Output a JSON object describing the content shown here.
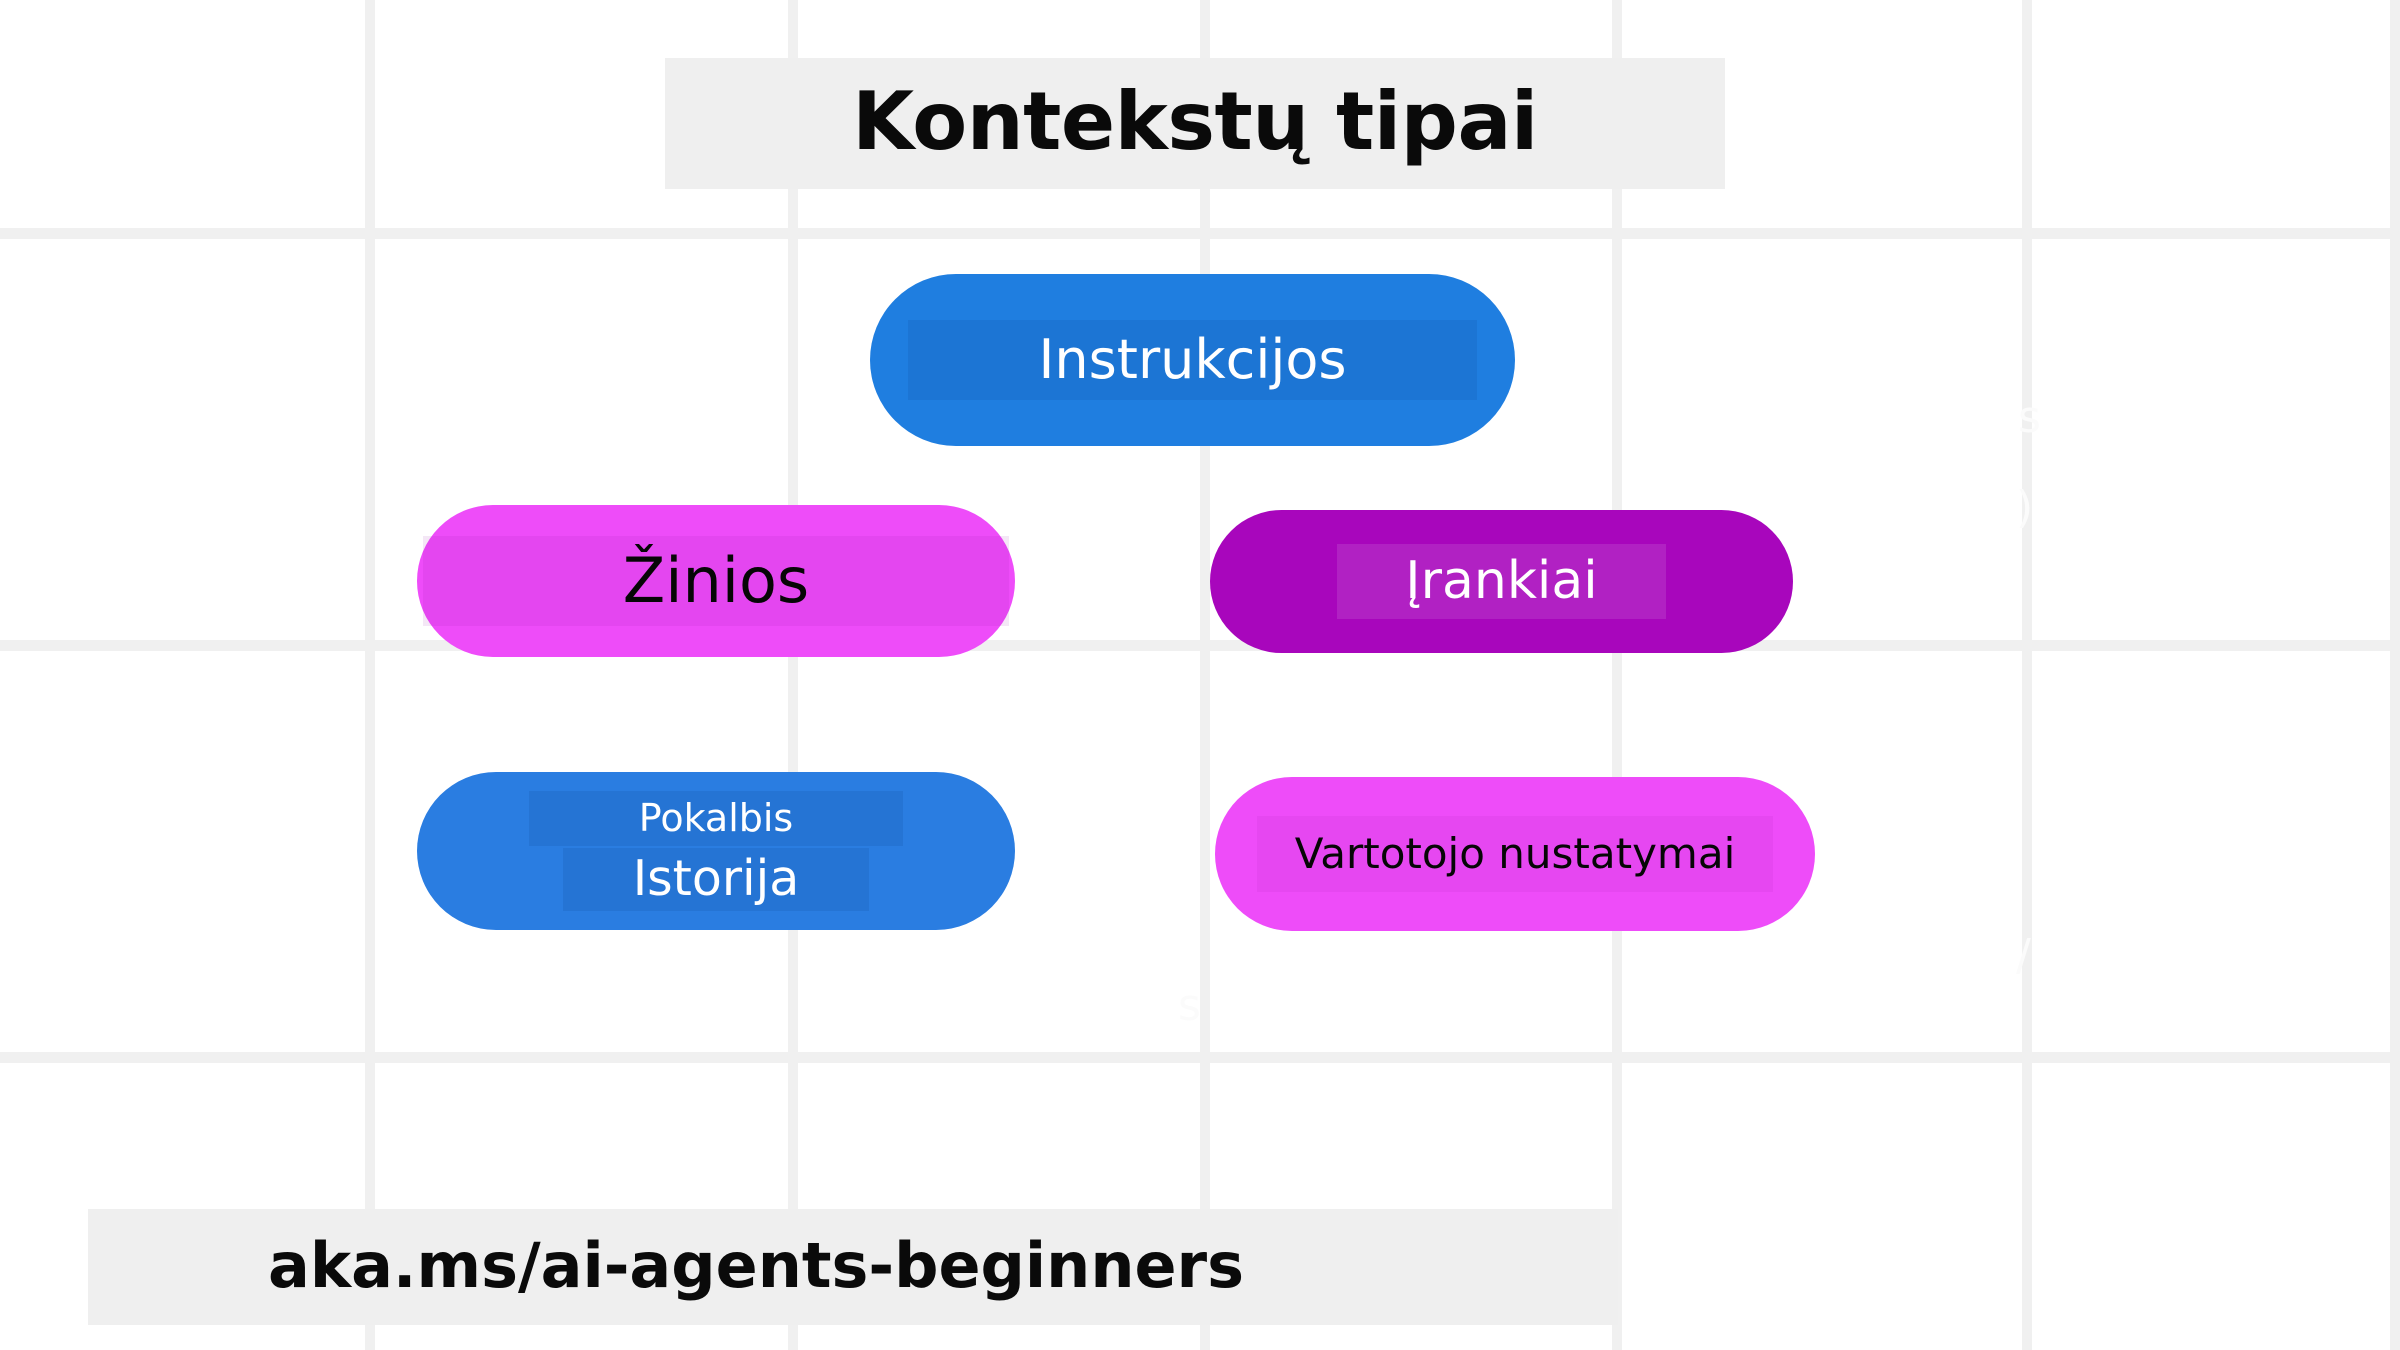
{
  "page": {
    "title": "Kontekstų tipai",
    "footer_url": "aka.ms/ai-agents-beginners",
    "background_color": "#ffffff",
    "band_color": "#efefef",
    "gridline_color": "#f0f0f0"
  },
  "nodes": [
    {
      "id": "instructions",
      "label": "Instrukcijos",
      "fill": "#1f7ee0",
      "text_color": "#ffffff"
    },
    {
      "id": "knowledge",
      "label": "Žinios",
      "fill": "#ee4cf9",
      "text_color": "#060606"
    },
    {
      "id": "tools",
      "label": "Įrankiai",
      "fill": "#a806bc",
      "text_color": "#ffffff"
    },
    {
      "id": "chat-history",
      "label_line1": "Pokalbis",
      "label_line2": "Istorija",
      "fill": "#2a7de1",
      "text_color": "#ffffff"
    },
    {
      "id": "user-settings",
      "label": "Vartotojo nustatymai",
      "fill": "#ee4cf9",
      "text_color": "#060606"
    }
  ],
  "ghost_artifacts": {
    "a": "s",
    "b": ")",
    "c": "/",
    "d": "s"
  }
}
